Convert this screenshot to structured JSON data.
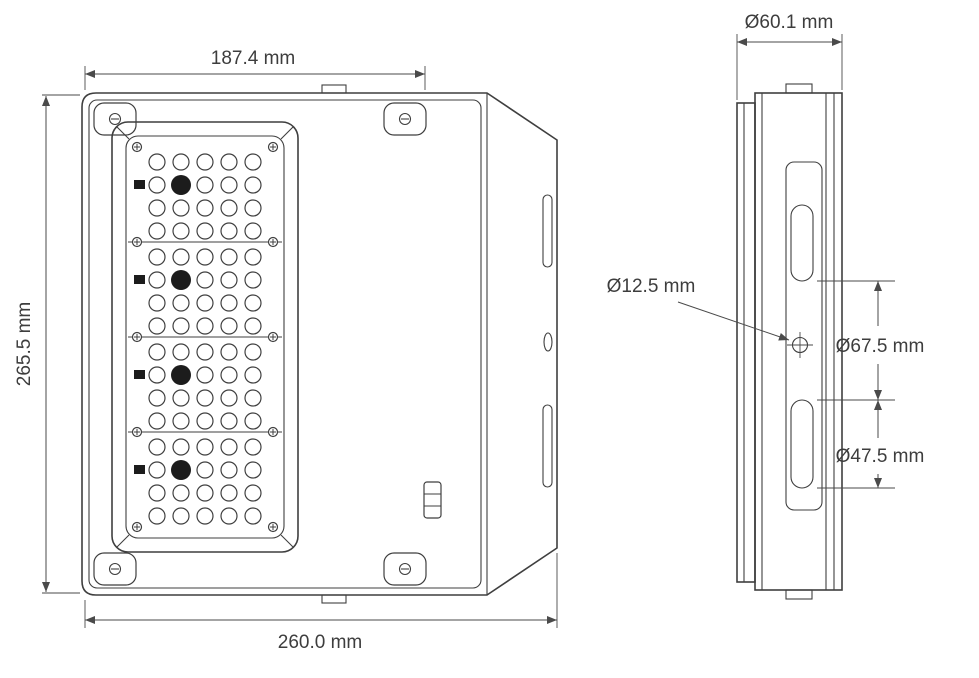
{
  "drawing": {
    "colors": {
      "line": "#3f3f3f",
      "text": "#3d3d3d"
    },
    "front_view": {
      "panel_width_label": "187.4  mm",
      "height_label": "265.5 mm",
      "width_label": "260.0 mm"
    },
    "side_view": {
      "depth_label": "Ø60.1 mm",
      "hole_label": "Ø12.5 mm",
      "slot_span_label": "Ø67.5 mm",
      "slot_length_label": "Ø47.5 mm"
    }
  }
}
